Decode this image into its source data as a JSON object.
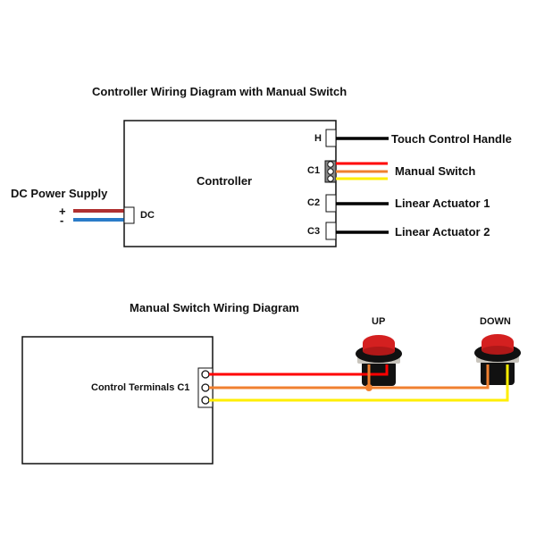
{
  "diagram1": {
    "title": "Controller Wiring Diagram with Manual Switch",
    "controller_label": "Controller",
    "power": {
      "label": "DC Power Supply",
      "plus": "+",
      "minus": "-",
      "port_label": "DC",
      "wire_colors": {
        "positive": "#b03030",
        "negative": "#2a7bc8"
      }
    },
    "ports": [
      {
        "id": "H",
        "label": "H",
        "target": "Touch Control Handle",
        "wire_color": "#000000"
      },
      {
        "id": "C1",
        "label": "C1",
        "target": "Manual Switch",
        "wire_colors": [
          "#ff0000",
          "#f08030",
          "#ffee00"
        ]
      },
      {
        "id": "C2",
        "label": "C2",
        "target": "Linear Actuator 1",
        "wire_color": "#000000"
      },
      {
        "id": "C3",
        "label": "C3",
        "target": "Linear Actuator 2",
        "wire_color": "#000000"
      }
    ]
  },
  "diagram2": {
    "title": "Manual Switch Wiring Diagram",
    "terminal_label": "Control Terminals C1",
    "buttons": [
      {
        "label": "UP",
        "cap_color": "#d42020"
      },
      {
        "label": "DOWN",
        "cap_color": "#d42020"
      }
    ],
    "wire_colors": {
      "red": "#ff0000",
      "orange": "#f08030",
      "yellow": "#ffee00"
    }
  }
}
